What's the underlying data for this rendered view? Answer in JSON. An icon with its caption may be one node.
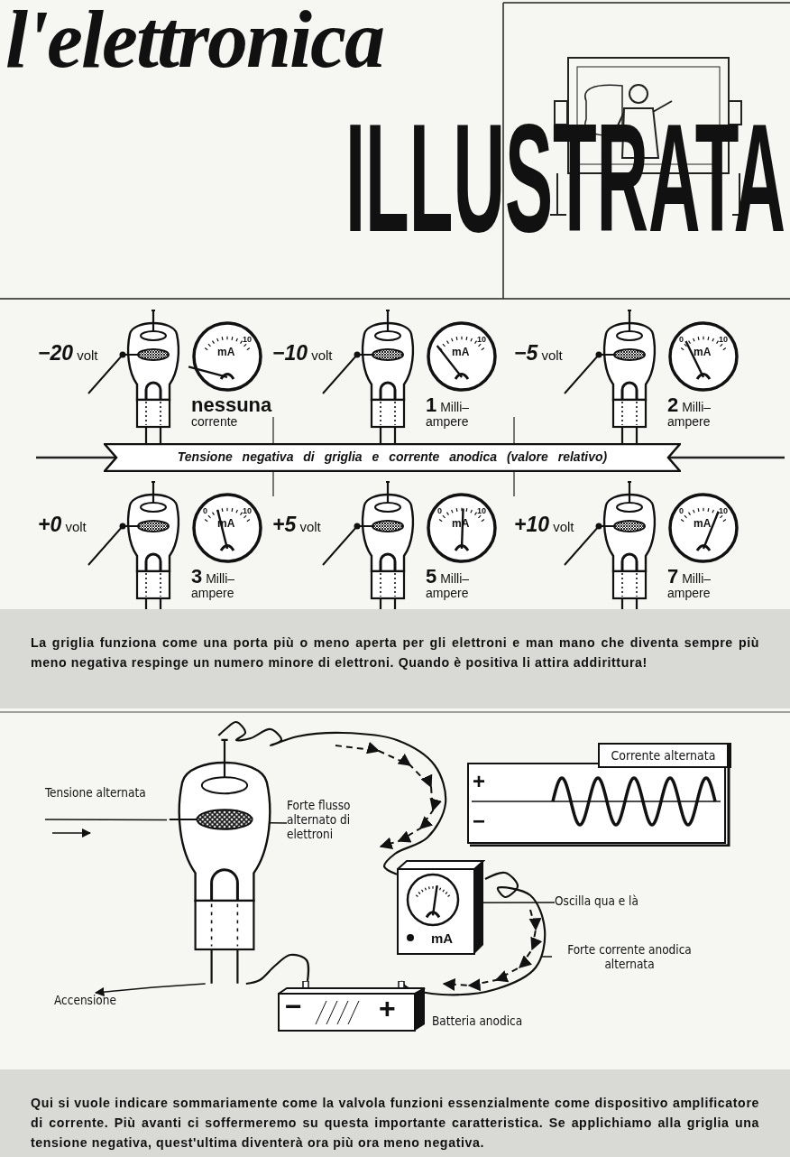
{
  "diagram": {
    "title": "l'elettronica",
    "nodes": [
      {
        "text": [
          "Tensione negativa di griglia e corrente anodica (valore relativo)"
        ]
      },
      {
        "text": [
          "La griglia funziona come una porta più o meno aperta per gli elettroni e man mano che diventa sempre più meno negativa respinge un numero minore di elettroni. Quando è positiva li attira addirittura!"
        ]
      },
      {
        "text": [],
        "shape": "picture"
      },
      {
        "text": [
          "Tensione alternata"
        ]
      },
      {
        "text": [
          "Forte flusso alternato di elettroni"
        ]
      },
      {
        "text": [
          "mA"
        ]
      },
      {
        "text": [
          "Oscilla qua e là"
        ]
      },
      {
        "text": [
          "Forte corrente anodica alternata"
        ]
      },
      {
        "text": [
          "−",
          "+"
        ],
        "beside": [
          "Batteria anodica"
        ]
      },
      {
        "text": [
          "Accensione"
        ]
      },
      {
        "text": [
          "Corrente alternata",
          "+",
          "−"
        ]
      },
      {
        "text": [
          "Qui si vuole indicare sommariamente come la valvola funzioni essenzialmente come dispositivo amplificatore di corrente. Più avanti ci soffermeremo su questa importante caratteristica. Se applichiamo alla griglia una tensione negativa, quest'ultima diventerà ora più ora meno negativa."
        ]
      }
    ],
    "edges": [
      {
        "from": 3,
        "to": 2,
        "arrow": "none"
      },
      {
        "from": 4,
        "to": 2,
        "arrow": "none"
      },
      {
        "from": 2,
        "to": 5,
        "arrow": "none"
      },
      {
        "from": 5,
        "to": 8,
        "arrow": "none"
      },
      {
        "from": 8,
        "to": 2,
        "arrow": "none"
      },
      {
        "from": 6,
        "to": 5,
        "arrow": "none"
      },
      {
        "from": 7,
        "to": null,
        "arrow": "none"
      },
      {
        "from": 2,
        "to": 9,
        "arrow": "to"
      }
    ],
    "labels": [
      "ILLUSTRATA",
      "**−20** volt",
      "mA",
      "10",
      "**nessuna** corrente",
      "**−10** volt",
      "mA",
      "10",
      "**1** Milli– ampere",
      "**−5** volt",
      "0",
      "mA",
      "10",
      "**2** Milli– ampere",
      "**+0** volt",
      "0",
      "mA",
      "10",
      "**3** Milli– ampere",
      "**+5** volt",
      "0",
      "mA",
      "10",
      "**5** Milli– ampere",
      "**+10** volt",
      "0",
      "mA",
      "10",
      "**7** Milli– ampere"
    ]
  }
}
